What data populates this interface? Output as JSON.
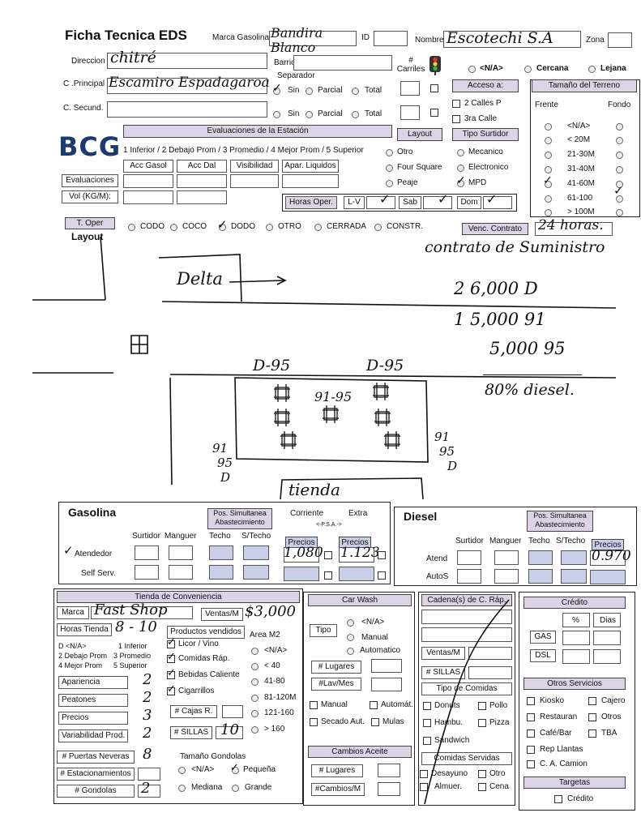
{
  "header": {
    "title": "Ficha Tecnica EDS",
    "marca_label": "Marca Gasolina",
    "marca_value": "Bandira Blanco",
    "id_label": "ID",
    "nombre_label": "Nombre",
    "nombre_value": "Escotechi S.A",
    "zona_label": "Zona"
  },
  "address": {
    "direccion_label": "Direccion",
    "direccion_value": "chitré",
    "barrio_label": "Barrio",
    "principal_label": "C .Principal",
    "principal_value": "Escamiro Espadagaroa",
    "secund_label": "C. Secund.",
    "separador_label": "Separador",
    "options": [
      "Sin",
      "Parcial",
      "Total"
    ],
    "carriles_label": "# Carriles"
  },
  "proximity": [
    "<N/A>",
    "Cercana",
    "Lejana"
  ],
  "acceso": {
    "title": "Acceso a:",
    "options": [
      "2 Calles P",
      "3ra Calle"
    ]
  },
  "terreno": {
    "title": "Tamaño del Terreno",
    "frente": "Frente",
    "fondo": "Fondo",
    "options": [
      "<N/A>",
      "< 20M",
      "21-30M",
      "31-40M",
      "41-60M",
      "61-100",
      "> 100M"
    ]
  },
  "logo": "BCG",
  "evaluaciones": {
    "title": "Evaluaciones de la Estación",
    "scale": "1 Inferior / 2 Debajo Prom / 3 Promedio / 4 Mejor Prom / 5 Superior",
    "columns": [
      "Acc Gasol",
      "Acc Dal",
      "Visibilidad",
      "Apar. Liquidos"
    ],
    "row_eval": "Evaluaciones",
    "row_vol": "Vol (KG/M):"
  },
  "layout": {
    "title": "Layout",
    "options": [
      "Otro",
      "Four Square",
      "Peaje"
    ]
  },
  "tipo_surtidor": {
    "title": "Tipo Surtidor",
    "options": [
      "Mecanico",
      "Electronico",
      "MPD"
    ]
  },
  "horas": {
    "title": "Horas Oper.",
    "days": [
      "L-V",
      "Sab",
      "Dom"
    ]
  },
  "t_oper": {
    "title": "T. Oper",
    "options": [
      "CODO",
      "COCO",
      "DODO",
      "OTRO",
      "CERRADA",
      "CONSTR."
    ],
    "venc_label": "Venc. Contrato",
    "venc_value": "24 horas."
  },
  "layout_section": "Layout",
  "sketch": {
    "delta": "Delta",
    "d95_left": "D-95",
    "d95_right": "D-95",
    "mid": "91-95",
    "left_labels": [
      "91",
      "95",
      "D"
    ],
    "right_labels": [
      "91",
      "95",
      "D"
    ],
    "tienda": "tienda"
  },
  "notes": {
    "line1": "contrato de Suministro",
    "line2": "2  6,000 D",
    "line3": "1  5,000 91",
    "line4": "5,000 95",
    "line5": "80% diesel."
  },
  "gasolina": {
    "title": "Gasolina",
    "pos_sim": "Pos. Simultanea Abastecimiento",
    "corriente": "Corriente",
    "psa": "<-P.S.A.->",
    "extra": "Extra",
    "cols": [
      "Surtidor",
      "Manguer",
      "Techo",
      "S/Techo"
    ],
    "precios": "Precios",
    "rows": [
      "Atendedor",
      "Self Serv."
    ],
    "precio_corriente": "1,080",
    "precio_extra": "1.123"
  },
  "diesel": {
    "title": "Diesel",
    "pos_sim": "Pos. Simultanea Abastecimiento",
    "cols": [
      "Surtidor",
      "Manguer",
      "Techo",
      "S/Techo"
    ],
    "precios": "Precios",
    "rows": [
      "Atend",
      "AutoS"
    ],
    "precio": "0.970"
  },
  "tienda": {
    "title": "Tienda de Conveniencia",
    "marca_label": "Marca",
    "marca_value": "Fast Shop",
    "ventas_label": "Ventas/M",
    "ventas_value": "$3,000",
    "horas_label": "Horas Tienda",
    "horas_value": "8 - 10",
    "productos_title": "Productos vendidos",
    "productos": [
      "Licor / Vino",
      "Comidas Ráp.",
      "Bebidas Caliente",
      "Cigarrillos"
    ],
    "area_title": "Area M2",
    "area_options": [
      "<N/A>",
      "< 40",
      "41-80",
      "81-120M",
      "121-160",
      "> 160"
    ],
    "scale": [
      "D <N/A>",
      "1 Inferior",
      "2 Debajo Prom",
      "3 Promedio",
      "4 Mejor Prom",
      "5 Superior"
    ],
    "ratings": [
      {
        "label": "Apariencia",
        "value": "2"
      },
      {
        "label": "Peatones",
        "value": "2"
      },
      {
        "label": "Precios",
        "value": "3"
      },
      {
        "label": "Variabilidad Prod.",
        "value": "2"
      }
    ],
    "cajas_label": "# Cajas R.",
    "sillas_label": "# SILLAS",
    "sillas_value": "10",
    "neveras_label": "# Puertas Neveras",
    "neveras_value": "8",
    "estacionamientos_label": "# Estacionamientos",
    "gondolas_label": "# Gondolas",
    "gondolas_value": "2",
    "tam_gondolas_title": "Tamaño Gondolas",
    "tam_gondolas_options": [
      "<N/A>",
      "Pequeña",
      "Mediana",
      "Grande"
    ]
  },
  "carwash": {
    "title": "Car Wash",
    "tipo_label": "Tipo",
    "tipo_options": [
      "<N/A>",
      "Manual",
      "Automatico"
    ],
    "lugares_label": "# Lugares",
    "lav_label": "#Lav/Mes",
    "checks": [
      "Manual",
      "Automát.",
      "Secado Aut.",
      "Mulas"
    ],
    "cambios_title": "Cambios Aceite",
    "cambios_lugares": "# Lugares",
    "cambios_mes": "#Cambios/M"
  },
  "cadena": {
    "title": "Cadena(s) de C. Ráp.",
    "ventas_label": "Ventas/M",
    "sillas_label": "# SILLAS",
    "tipo_title": "Tipo de Comidas",
    "tipo_options": [
      "Donuts",
      "Pollo",
      "Hambu.",
      "Pizza",
      "Sandwich"
    ],
    "servidas_title": "Comidas Servidas",
    "servidas_options": [
      "Desayuno",
      "Otro",
      "Almuer.",
      "Cena"
    ]
  },
  "credito": {
    "title": "Crédito",
    "pct": "%",
    "dias": "Dias",
    "rows": [
      "GAS",
      "DSL"
    ],
    "otros_title": "Otros Servicios",
    "otros": [
      "Kiosko",
      "Cajero",
      "Restauran",
      "Otros",
      "Café/Bar",
      "TBA",
      "Rep Llantas",
      "C. A. Camion"
    ],
    "targetas_title": "Targetas",
    "targetas_option": "Crédito"
  }
}
